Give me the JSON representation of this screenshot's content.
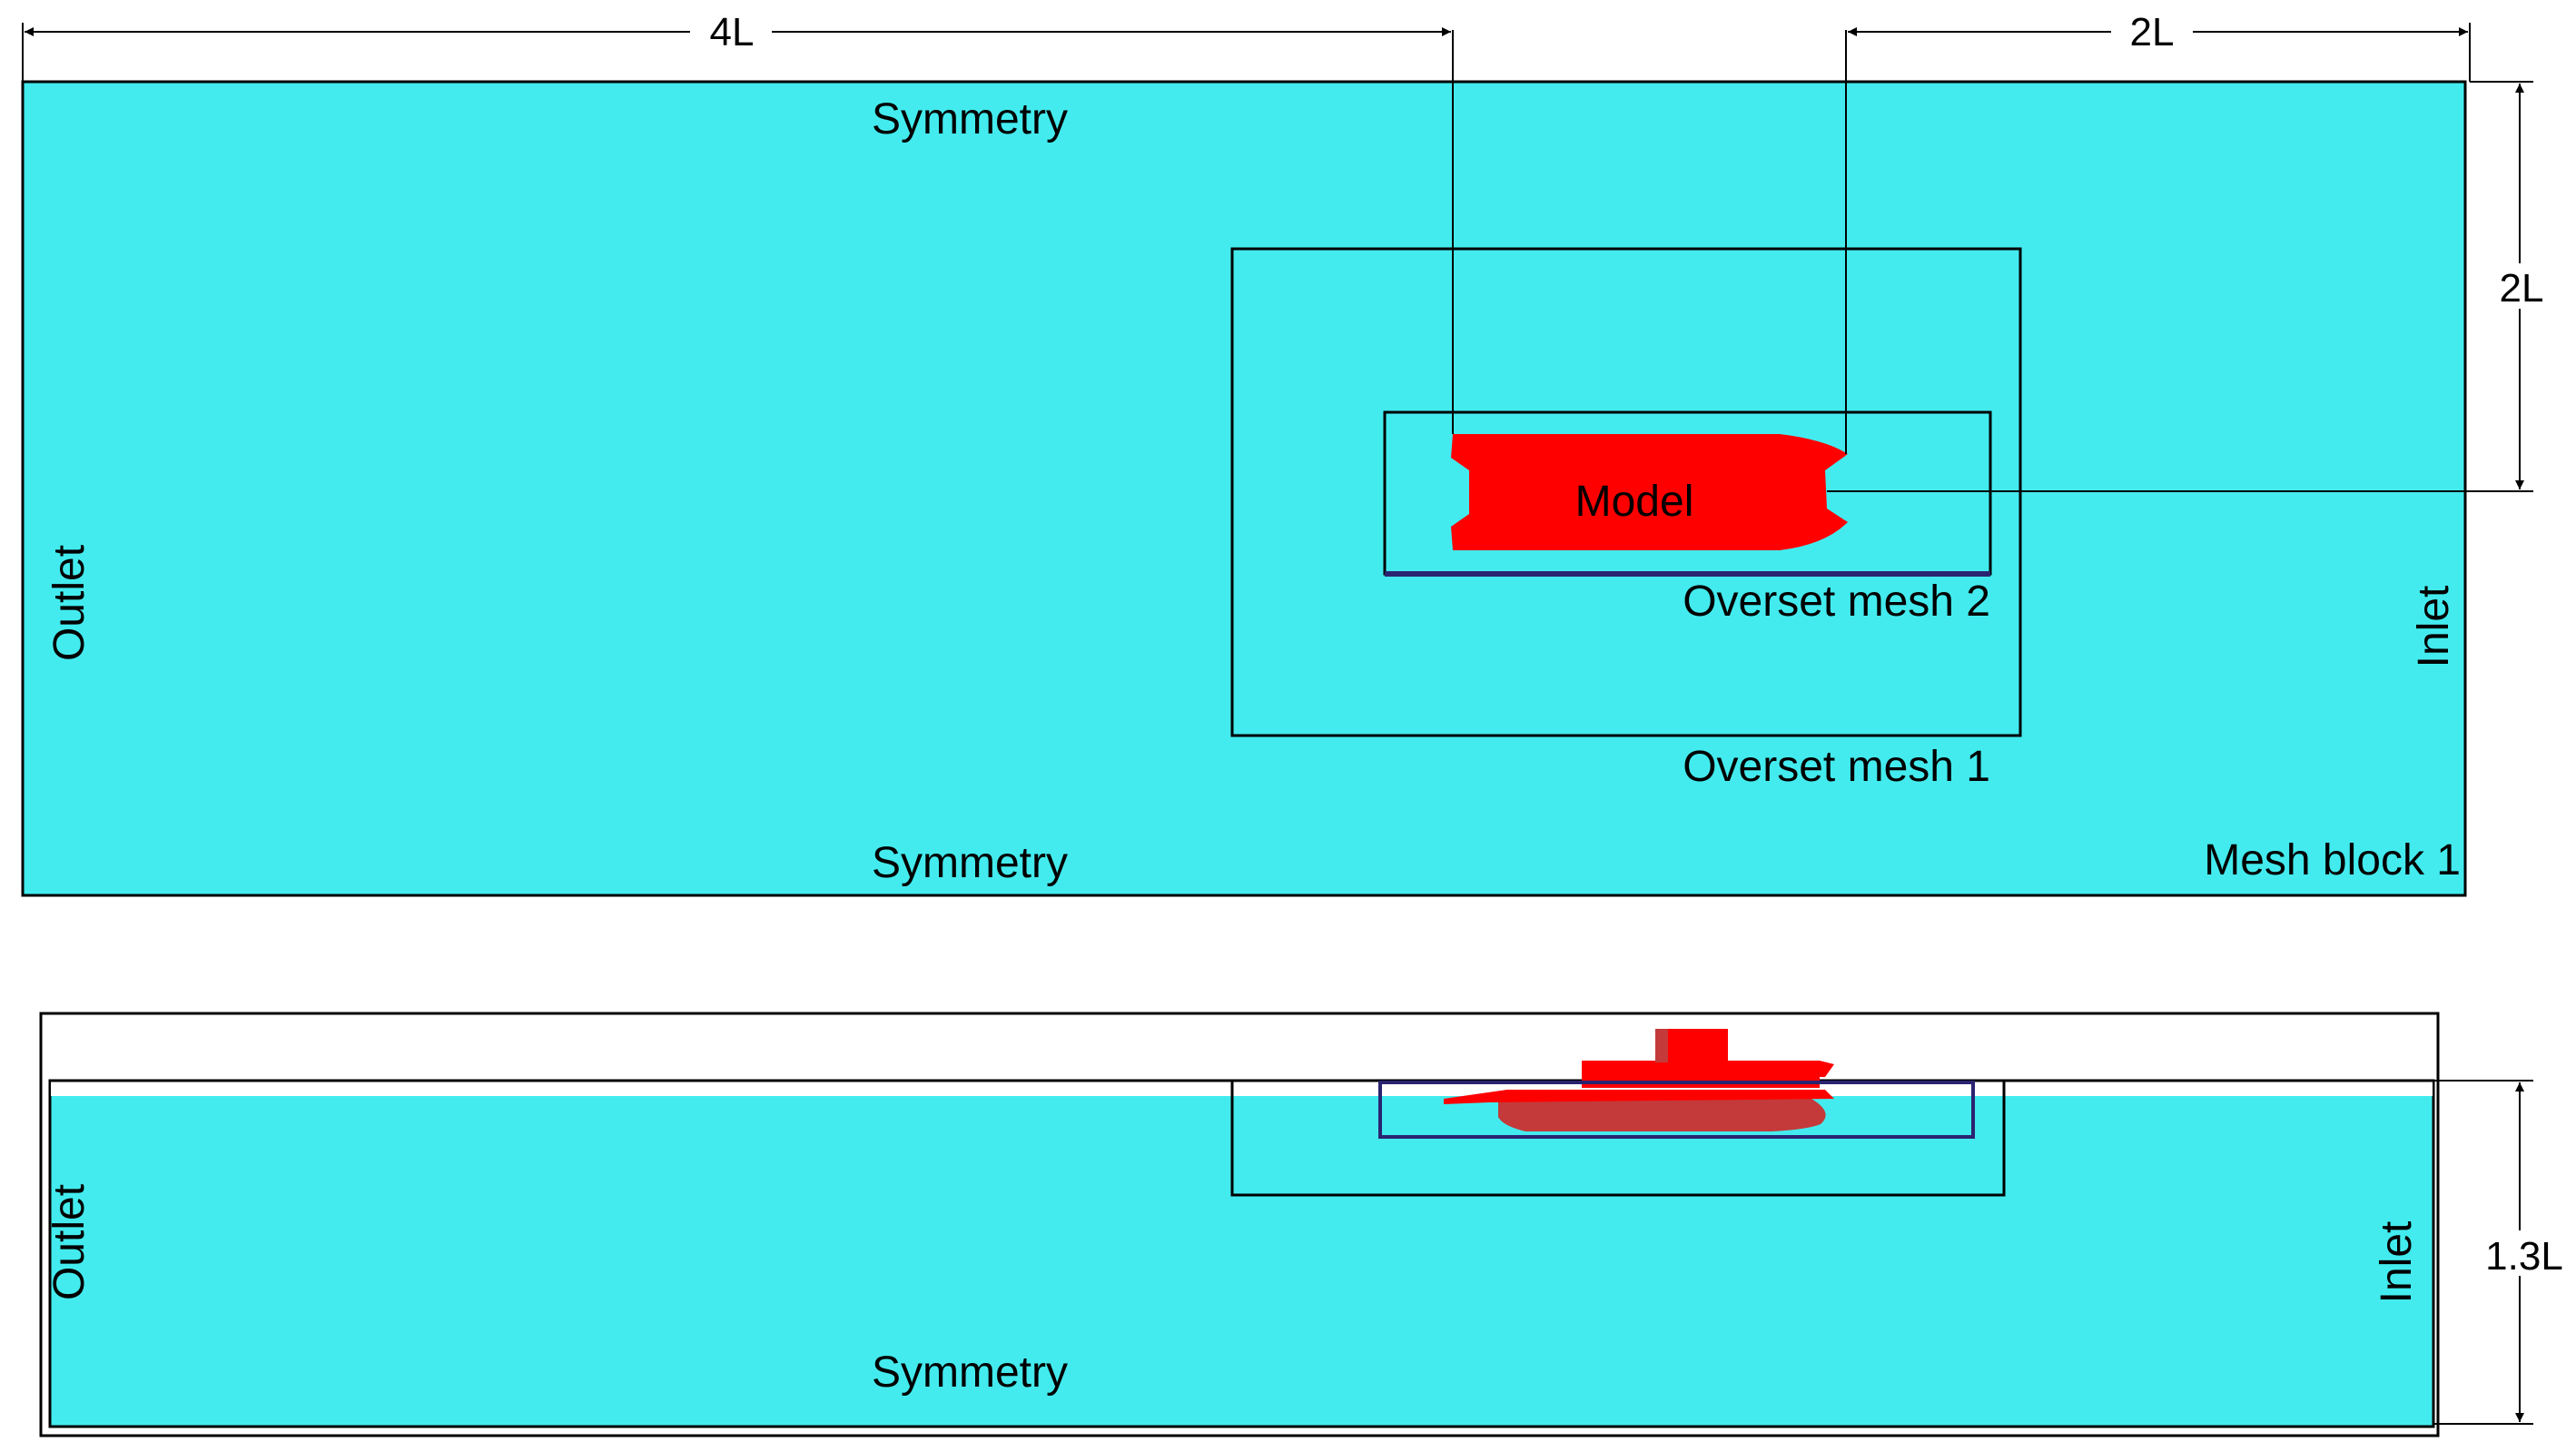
{
  "colors": {
    "fluid": "#43ebee",
    "model": "#ff0000",
    "model_hull_side": "#c43a3a",
    "line": "#000000",
    "mesh2_line": "#2a2470"
  },
  "dimensions": {
    "top_length": "4L",
    "top_right_length": "2L",
    "top_height": "2L",
    "side_depth": "1.3L"
  },
  "top_view": {
    "symmetry_top": "Symmetry",
    "symmetry_bottom": "Symmetry",
    "outlet": "Outlet",
    "inlet": "Inlet",
    "model": "Model",
    "overset_mesh_2": "Overset mesh 2",
    "overset_mesh_1": "Overset mesh 1",
    "mesh_block": "Mesh block 1"
  },
  "side_view": {
    "outlet": "Outlet",
    "inlet": "Inlet",
    "symmetry_bottom": "Symmetry"
  }
}
